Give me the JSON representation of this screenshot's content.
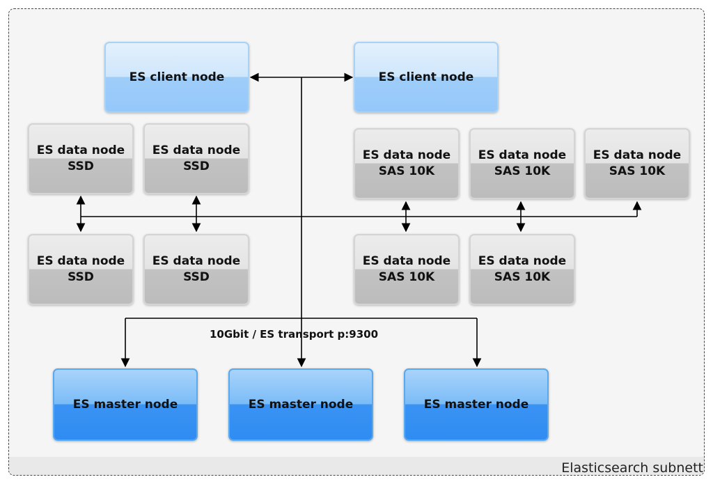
{
  "subnet": {
    "label": "Elasticsearch subnett"
  },
  "client_nodes": [
    {
      "label": "ES client node"
    },
    {
      "label": "ES client node"
    }
  ],
  "data_nodes": [
    {
      "line1": "ES data node",
      "line2": "SSD"
    },
    {
      "line1": "ES data node",
      "line2": "SSD"
    },
    {
      "line1": "ES data node",
      "line2": "SAS 10K"
    },
    {
      "line1": "ES data node",
      "line2": "SAS 10K"
    },
    {
      "line1": "ES data node",
      "line2": "SAS 10K"
    },
    {
      "line1": "ES data node",
      "line2": "SSD"
    },
    {
      "line1": "ES data node",
      "line2": "SSD"
    },
    {
      "line1": "ES data node",
      "line2": "SAS 10K"
    },
    {
      "line1": "ES data node",
      "line2": "SAS 10K"
    }
  ],
  "master_nodes": [
    {
      "label": "ES master node"
    },
    {
      "label": "ES master node"
    },
    {
      "label": "ES master node"
    }
  ],
  "transport_label": "10Gbit / ES transport p:9300",
  "colors": {
    "client_fill": "#9fcdf9",
    "data_fill": "#c2c2c2",
    "master_fill": "#3a93f3",
    "line": "#000000"
  }
}
